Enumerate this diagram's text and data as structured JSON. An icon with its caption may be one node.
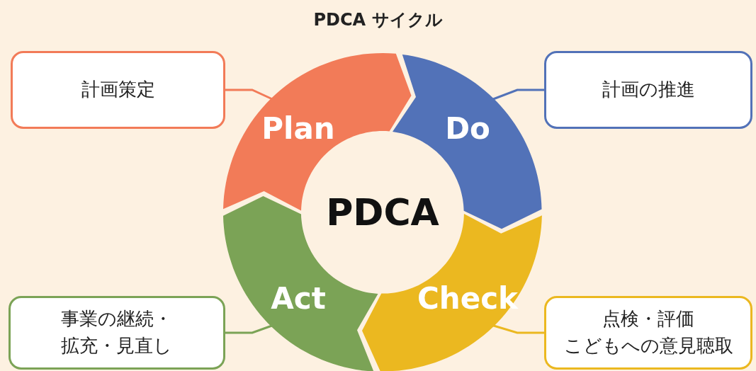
{
  "diagram": {
    "title": "PDCA サイクル",
    "nodes": [
      {
        "text": [
          "計画策定"
        ]
      },
      {
        "text": [
          "計画の推進"
        ]
      },
      {
        "text": [
          "Plan"
        ]
      },
      {
        "text": [
          "Do"
        ]
      },
      {
        "text": [
          "PDCA"
        ]
      },
      {
        "text": [
          "Act"
        ]
      },
      {
        "text": [
          "Check"
        ]
      },
      {
        "text": [
          "事業の継続・拡充・見直し"
        ]
      },
      {
        "text": [
          "点検・評価",
          "こどもへの意見聴取"
        ]
      }
    ],
    "edges": [
      {
        "from": 0,
        "to": 2,
        "arrow": "none",
        "color": "#f27b58"
      },
      {
        "from": 1,
        "to": 3,
        "arrow": "none",
        "color": "#5272b8"
      },
      {
        "from": 7,
        "to": 5,
        "arrow": "none",
        "color": "#7ba356"
      },
      {
        "from": 8,
        "to": 6,
        "arrow": "none",
        "color": "#ebb820"
      }
    ]
  }
}
